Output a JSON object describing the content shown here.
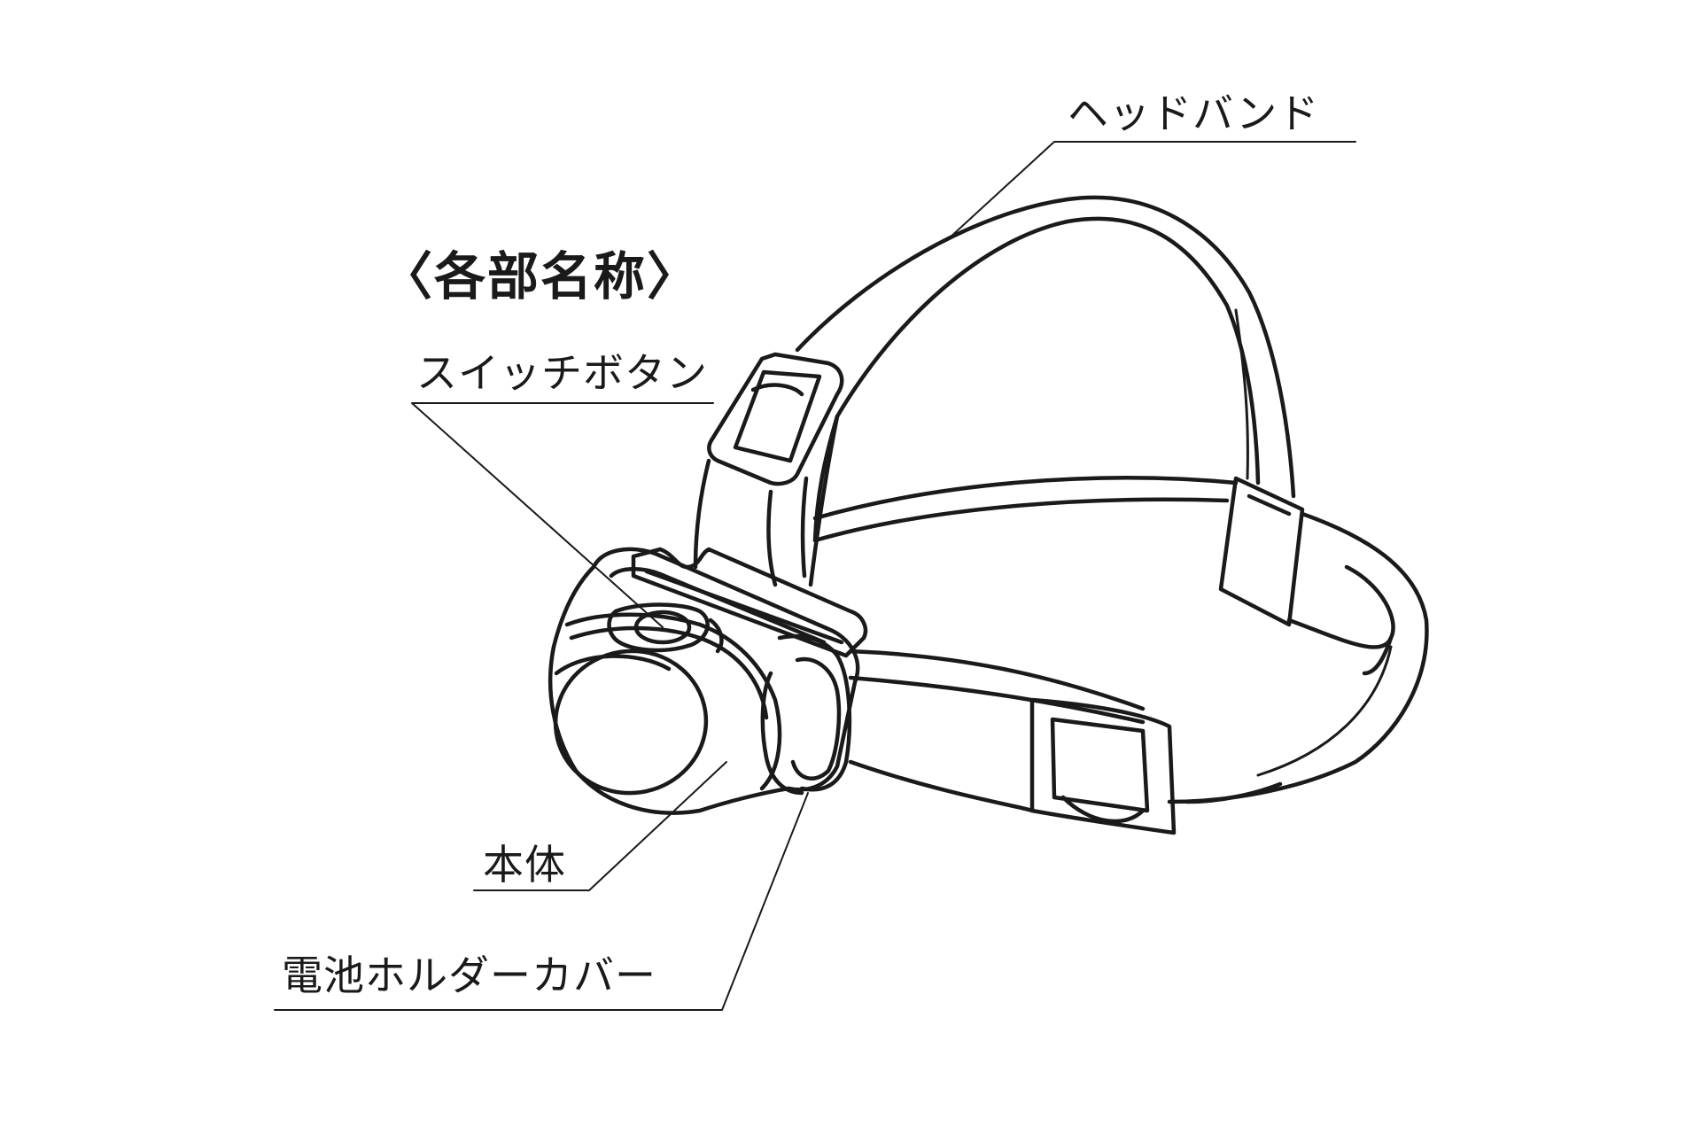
{
  "diagram": {
    "title": "〈各部名称〉",
    "labels": {
      "headband": "ヘッドバンド",
      "switch_button": "スイッチボタン",
      "body": "本体",
      "battery_cover": "電池ホルダーカバー"
    },
    "colors": {
      "line": "#1a1a1a",
      "background": "#ffffff"
    }
  }
}
